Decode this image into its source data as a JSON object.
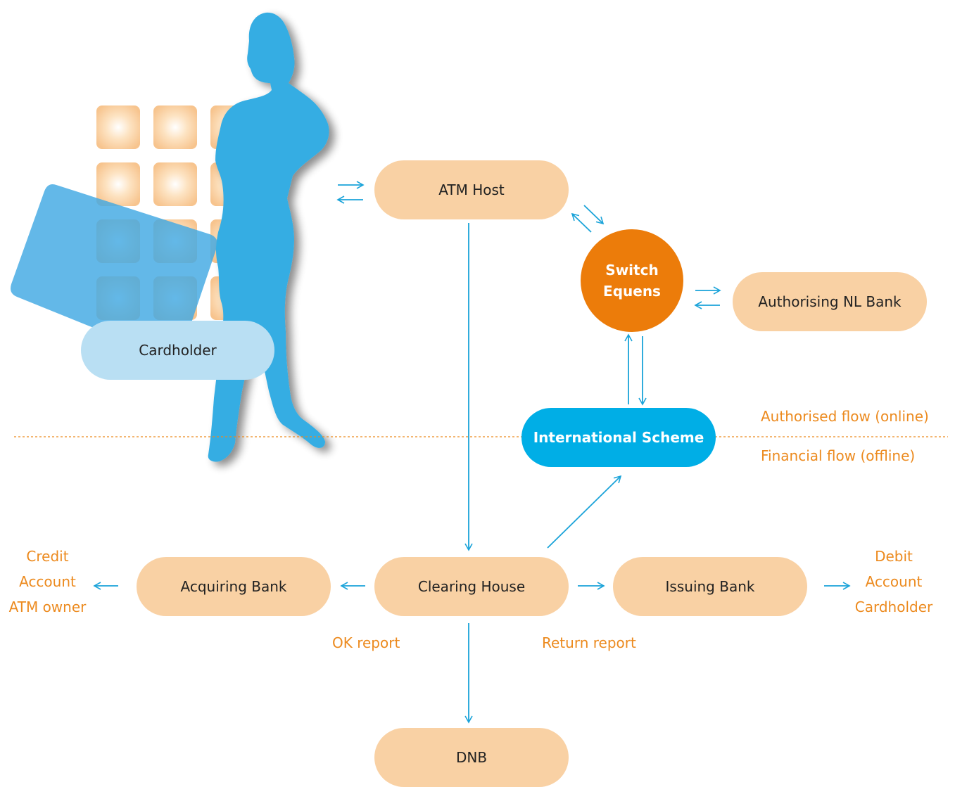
{
  "nodes": {
    "cardholder": "Cardholder",
    "atm_host": "ATM Host",
    "switch": [
      "Switch",
      "Equens"
    ],
    "authorising_bank": "Authorising NL Bank",
    "international_scheme": "International Scheme",
    "acquiring_bank": "Acquiring Bank",
    "clearing_house": "Clearing House",
    "issuing_bank": "Issuing Bank",
    "dnb": "DNB"
  },
  "flows": {
    "authorised": "Authorised flow (online)",
    "financial": "Financial flow (offline)"
  },
  "reports": {
    "ok": "OK report",
    "return": "Return report"
  },
  "credit": [
    "Credit",
    "Account",
    "ATM owner"
  ],
  "debit": [
    "Debit",
    "Account",
    "Cardholder"
  ],
  "colors": {
    "pill": "#f9d1a4",
    "switch": "#ec7c0a",
    "scheme": "#00aee6",
    "cardholder": "#b9dff3",
    "arrow": "#1aa3d9",
    "text_orange": "#ec8a1e",
    "silhouette": "#34ade3"
  },
  "icons": [
    "keypad-icon",
    "bank-card-icon",
    "person-silhouette-icon"
  ]
}
